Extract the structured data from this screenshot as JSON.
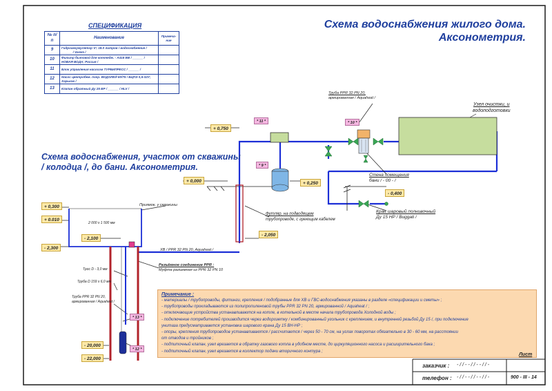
{
  "spec": {
    "title": "СПЕЦИФИКАЦИЯ",
    "header": {
      "num": "№ п/п",
      "name": "Наименование",
      "note": "Примеча-ние"
    },
    "rows": [
      {
        "num": "9",
        "name": "Гидроаккумулятор V= 18.0 литров / водоснабжение / ______ / Varem /"
      },
      {
        "num": "10",
        "name": "Фильтр бытовой для коттедж. - А418 ВВ / ______ / НОВАЯ ВОДА; Россия /"
      },
      {
        "num": "11",
        "name": "Блок управления насосом ТУРБИПРЕСС / ______ /"
      },
      {
        "num": "12",
        "name": "Насос центробеж. погр. ВОДОЛЕЙ 60/75 / БЦПЭ 0,5-32У; Харьков /"
      },
      {
        "num": "13",
        "name": "Клапан обратный Ду 25 ВР / ______ / HLV /"
      }
    ]
  },
  "titles": {
    "main_line1": "Схема водоснабжения жилого дома.",
    "main_line2": "Аксонометрия.",
    "sub_line1": "Схема водоснабжения, участок от скважины",
    "sub_line2": "/ колодца /, до бани. Аксонометрия."
  },
  "levels": {
    "l0750": "+ 0,750",
    "l0000": "+ 0,000",
    "l0250": "+ 0,250",
    "l0400": "- 0,400",
    "l0300": "+ 0,300",
    "l0010": "+ 0.010",
    "l2100": "- 2,100",
    "l2300": "- 2,300",
    "l2050": "- 2,050",
    "l20000": "- 20,000",
    "l22000": "- 22,000"
  },
  "tags": {
    "t11": "* 11 *",
    "t10": "* 10 *",
    "t9": "* 9 *",
    "t13": "* 13 *",
    "t12": "* 12 *"
  },
  "labels": {
    "pipe_top_1": "Труба PPR 32 PN 20,",
    "pipe_top_2": "армированная / Aquaheat /",
    "unit_1": "Узел очистки, и",
    "unit_2": "водоподготовки",
    "wall_1": "Стена помещения",
    "wall_2": "бани / - 00 - /",
    "valve_1": "Кран шаровый полнивочный",
    "valve_2": "Ду 15 НР / Buggati /",
    "sleeve_1": "Футляр, на подводящем",
    "sleeve_2": "трубопроводе, с греющим кабелем",
    "pit_top": "Приямок, у скважины",
    "pit_size": "2 000 х 1 500 мм",
    "hv_line": "ХВ / PPR 32 PN 20, Aquaheat /",
    "joint_1": "Разъёмное соединение PPR :",
    "joint_2": "Муфта разъемная из PPR 32 PN 10",
    "cable": "Трос D - 3,0 мм",
    "casing": "Труба D 159 х 6,0 мм",
    "pipe_well_1": "Труба PPR 32 PN 20,",
    "pipe_well_2": "армированная / Aquaheat /"
  },
  "notes": {
    "title": "Примечание :",
    "lines": [
      "- материалы / трубопроводы, фитинги, крепления / подобранные для ХВ и ГВС-водоснабжения указаны в разделе «спецификации и сметы» ;",
      "- трубопроводы прокладываются из полипропиленовой трубы PPR 32 PN 20, армированной / Aquaheat / ;",
      "- отключающие устройства устанавливаются на котле, в котельной в месте начала трубопровода Холодной воды ;",
      "- подключение потребителей производится через водорозетку / комбинированный угольник с креплением, и внутренней резьбой Ду 15 /, при подключение",
      "унитаза предусматривается установка шарового крана Ду 15 ВН-НР ;",
      "- опоры, крепления трубопроводов устанавливаются / рассчитается / через 50 - 70 см, на углах поворотах обязательно в 30 - 60 мм, на расстоянии",
      "от отводов и тройников ;",
      "- подпиточный клапан, узел врезается в обратку газового котла в удобном месте, до циркуляционного насоса и расширительного бака ;",
      "- подпиточный клапан, узел врезается в коллектор подачи вторичного контура ;"
    ]
  },
  "stamp": {
    "sheet": "Лист",
    "customer_label": "заказчик :",
    "customer_value": "- / / - - / / - - / / -",
    "phone_label": "телефон :",
    "phone_value": "- / / - - / / - - / / -",
    "code": "900 - III - 14"
  },
  "colors": {
    "pipe": "#1c2fd6",
    "casing": "#b2232b",
    "unit_fill": "#c6dd9e",
    "title": "#1f3f9e"
  }
}
